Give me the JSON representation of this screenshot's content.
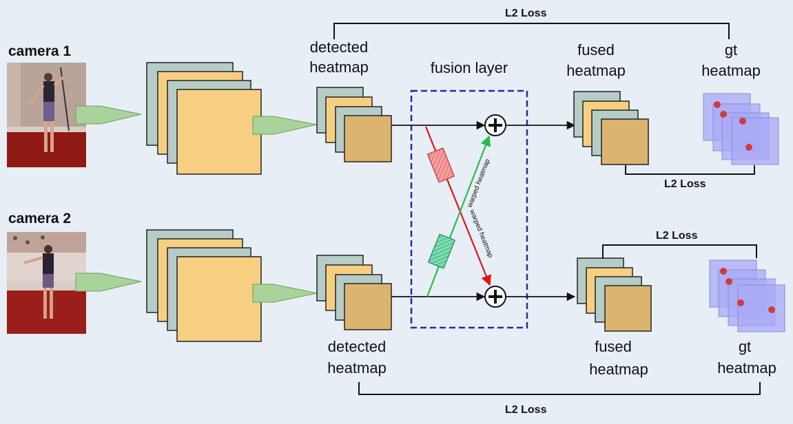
{
  "cameras": [
    {
      "label": "camera 1"
    },
    {
      "label": "camera 2"
    }
  ],
  "labels": {
    "detected_top_1": "detected",
    "detected_top_2": "heatmap",
    "fusion_layer": "fusion layer",
    "fused_top_1": "fused",
    "fused_top_2": "heatmap",
    "gt_top_1": "gt",
    "gt_top_2": "heatmap",
    "detected_bottom_1": "detected",
    "detected_bottom_2": "heatmap",
    "fused_bottom_1": "fused",
    "fused_bottom_2": "heatmap",
    "gt_bottom_1": "gt",
    "gt_bottom_2": "heatmap",
    "warp_green": "warped heatmap",
    "warp_red": "warped heatmap"
  },
  "losses": {
    "top": "L2 Loss",
    "middle": "L2 Loss",
    "right_bottom": "L2 Loss",
    "bottom": "L2 Loss"
  },
  "colors": {
    "background": "#e8eef6",
    "feature_teal": "#b5cdc6",
    "feature_yellow": "#f7cf82",
    "heatmap_fill": "#dbb570",
    "cone_green": "#a9d39a",
    "gt_purple": "#a9a9f6",
    "gt_point": "#d13a3a",
    "fusion_border": "#2a2a9e",
    "warp_green": "#22c045",
    "warp_red": "#dd1616"
  }
}
